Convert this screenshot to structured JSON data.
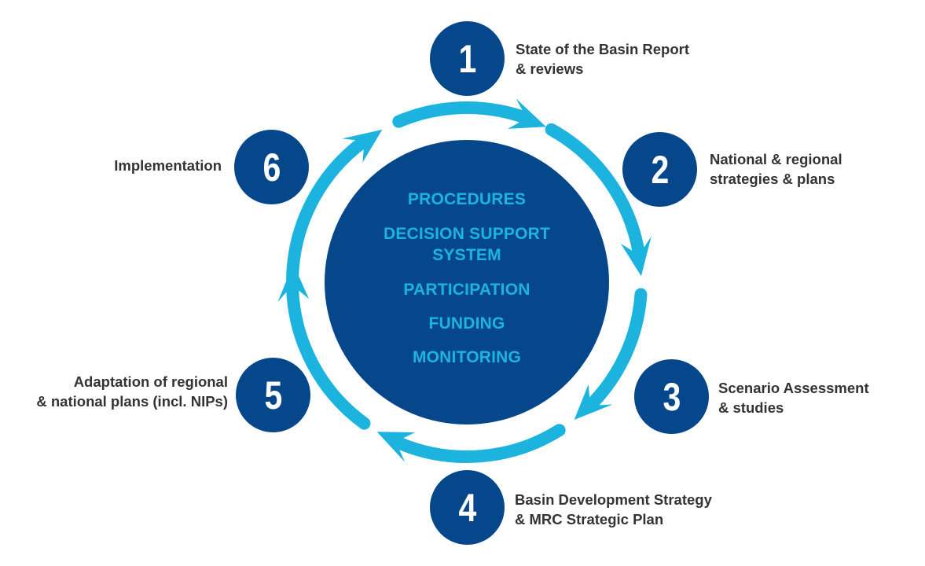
{
  "colors": {
    "dark_blue": "#06478c",
    "light_blue": "#1cb4df",
    "label_text": "#333333",
    "background": "#ffffff"
  },
  "center": {
    "items": [
      "PROCEDURES",
      "DECISION SUPPORT",
      "SYSTEM",
      "PARTICIPATION",
      "FUNDING",
      "MONITORING"
    ]
  },
  "steps": [
    {
      "number": "1",
      "label_line1": "State of the Basin Report",
      "label_line2": "& reviews"
    },
    {
      "number": "2",
      "label_line1": "National & regional",
      "label_line2": "strategies & plans"
    },
    {
      "number": "3",
      "label_line1": "Scenario Assessment",
      "label_line2": "& studies"
    },
    {
      "number": "4",
      "label_line1": "Basin Development Strategy",
      "label_line2": "& MRC Strategic Plan"
    },
    {
      "number": "5",
      "label_line1": "Adaptation of regional",
      "label_line2": "& national plans (incl. NIPs)"
    },
    {
      "number": "6",
      "label_line1": "Implementation",
      "label_line2": ""
    }
  ],
  "cycle": {
    "arrow_count": 6,
    "direction": "clockwise"
  }
}
